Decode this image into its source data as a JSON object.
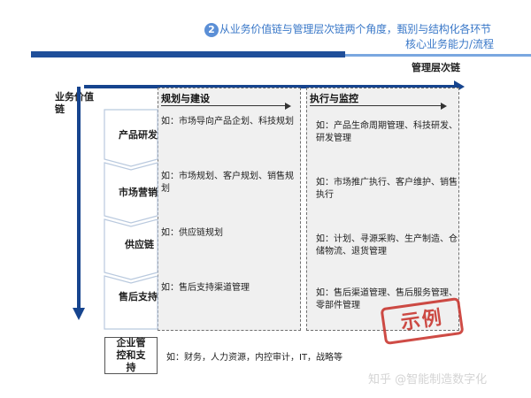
{
  "header": {
    "badge": "2",
    "line1": "从业务价值链与管理层次链两个角度，甄别与结构化各环节",
    "line2": "核心业务能力/流程",
    "colors": {
      "title": "#3a78c8",
      "bar_dark": "#1f4f9a",
      "bar_light": "#7aa7e0"
    }
  },
  "axes": {
    "horizontal": "管理层次链",
    "vertical": "业务价值链",
    "arrow_color": "#16448e"
  },
  "columns": [
    {
      "title": "规划与建设"
    },
    {
      "title": "执行与监控"
    }
  ],
  "rows": [
    {
      "label": "产品研发",
      "plan": "如：市场导向产品企划、科技规划",
      "exec": "如：产品生命周期管理、科技研发、研发管理"
    },
    {
      "label": "市场营销",
      "plan": "如：市场规划、客户规划、销售规划",
      "exec": "如：市场推广执行、客户维护、销售执行"
    },
    {
      "label": "供应链",
      "plan": "如：供应链规划",
      "exec": "如：计划、寻源采购、生产制造、仓储物流、退货管理"
    },
    {
      "label": "售后支持",
      "plan": "如：售后支持渠道管理",
      "exec": "如：售后渠道管理、售后服务管理、零部件管理"
    }
  ],
  "bottom": {
    "label": "企业管控和支持",
    "text": "如：财务，人力资源，内控审计，IT，战略等"
  },
  "stamp": {
    "text": "示例",
    "color": "#c8332c"
  },
  "watermark": "知乎 @智能制造数字化"
}
